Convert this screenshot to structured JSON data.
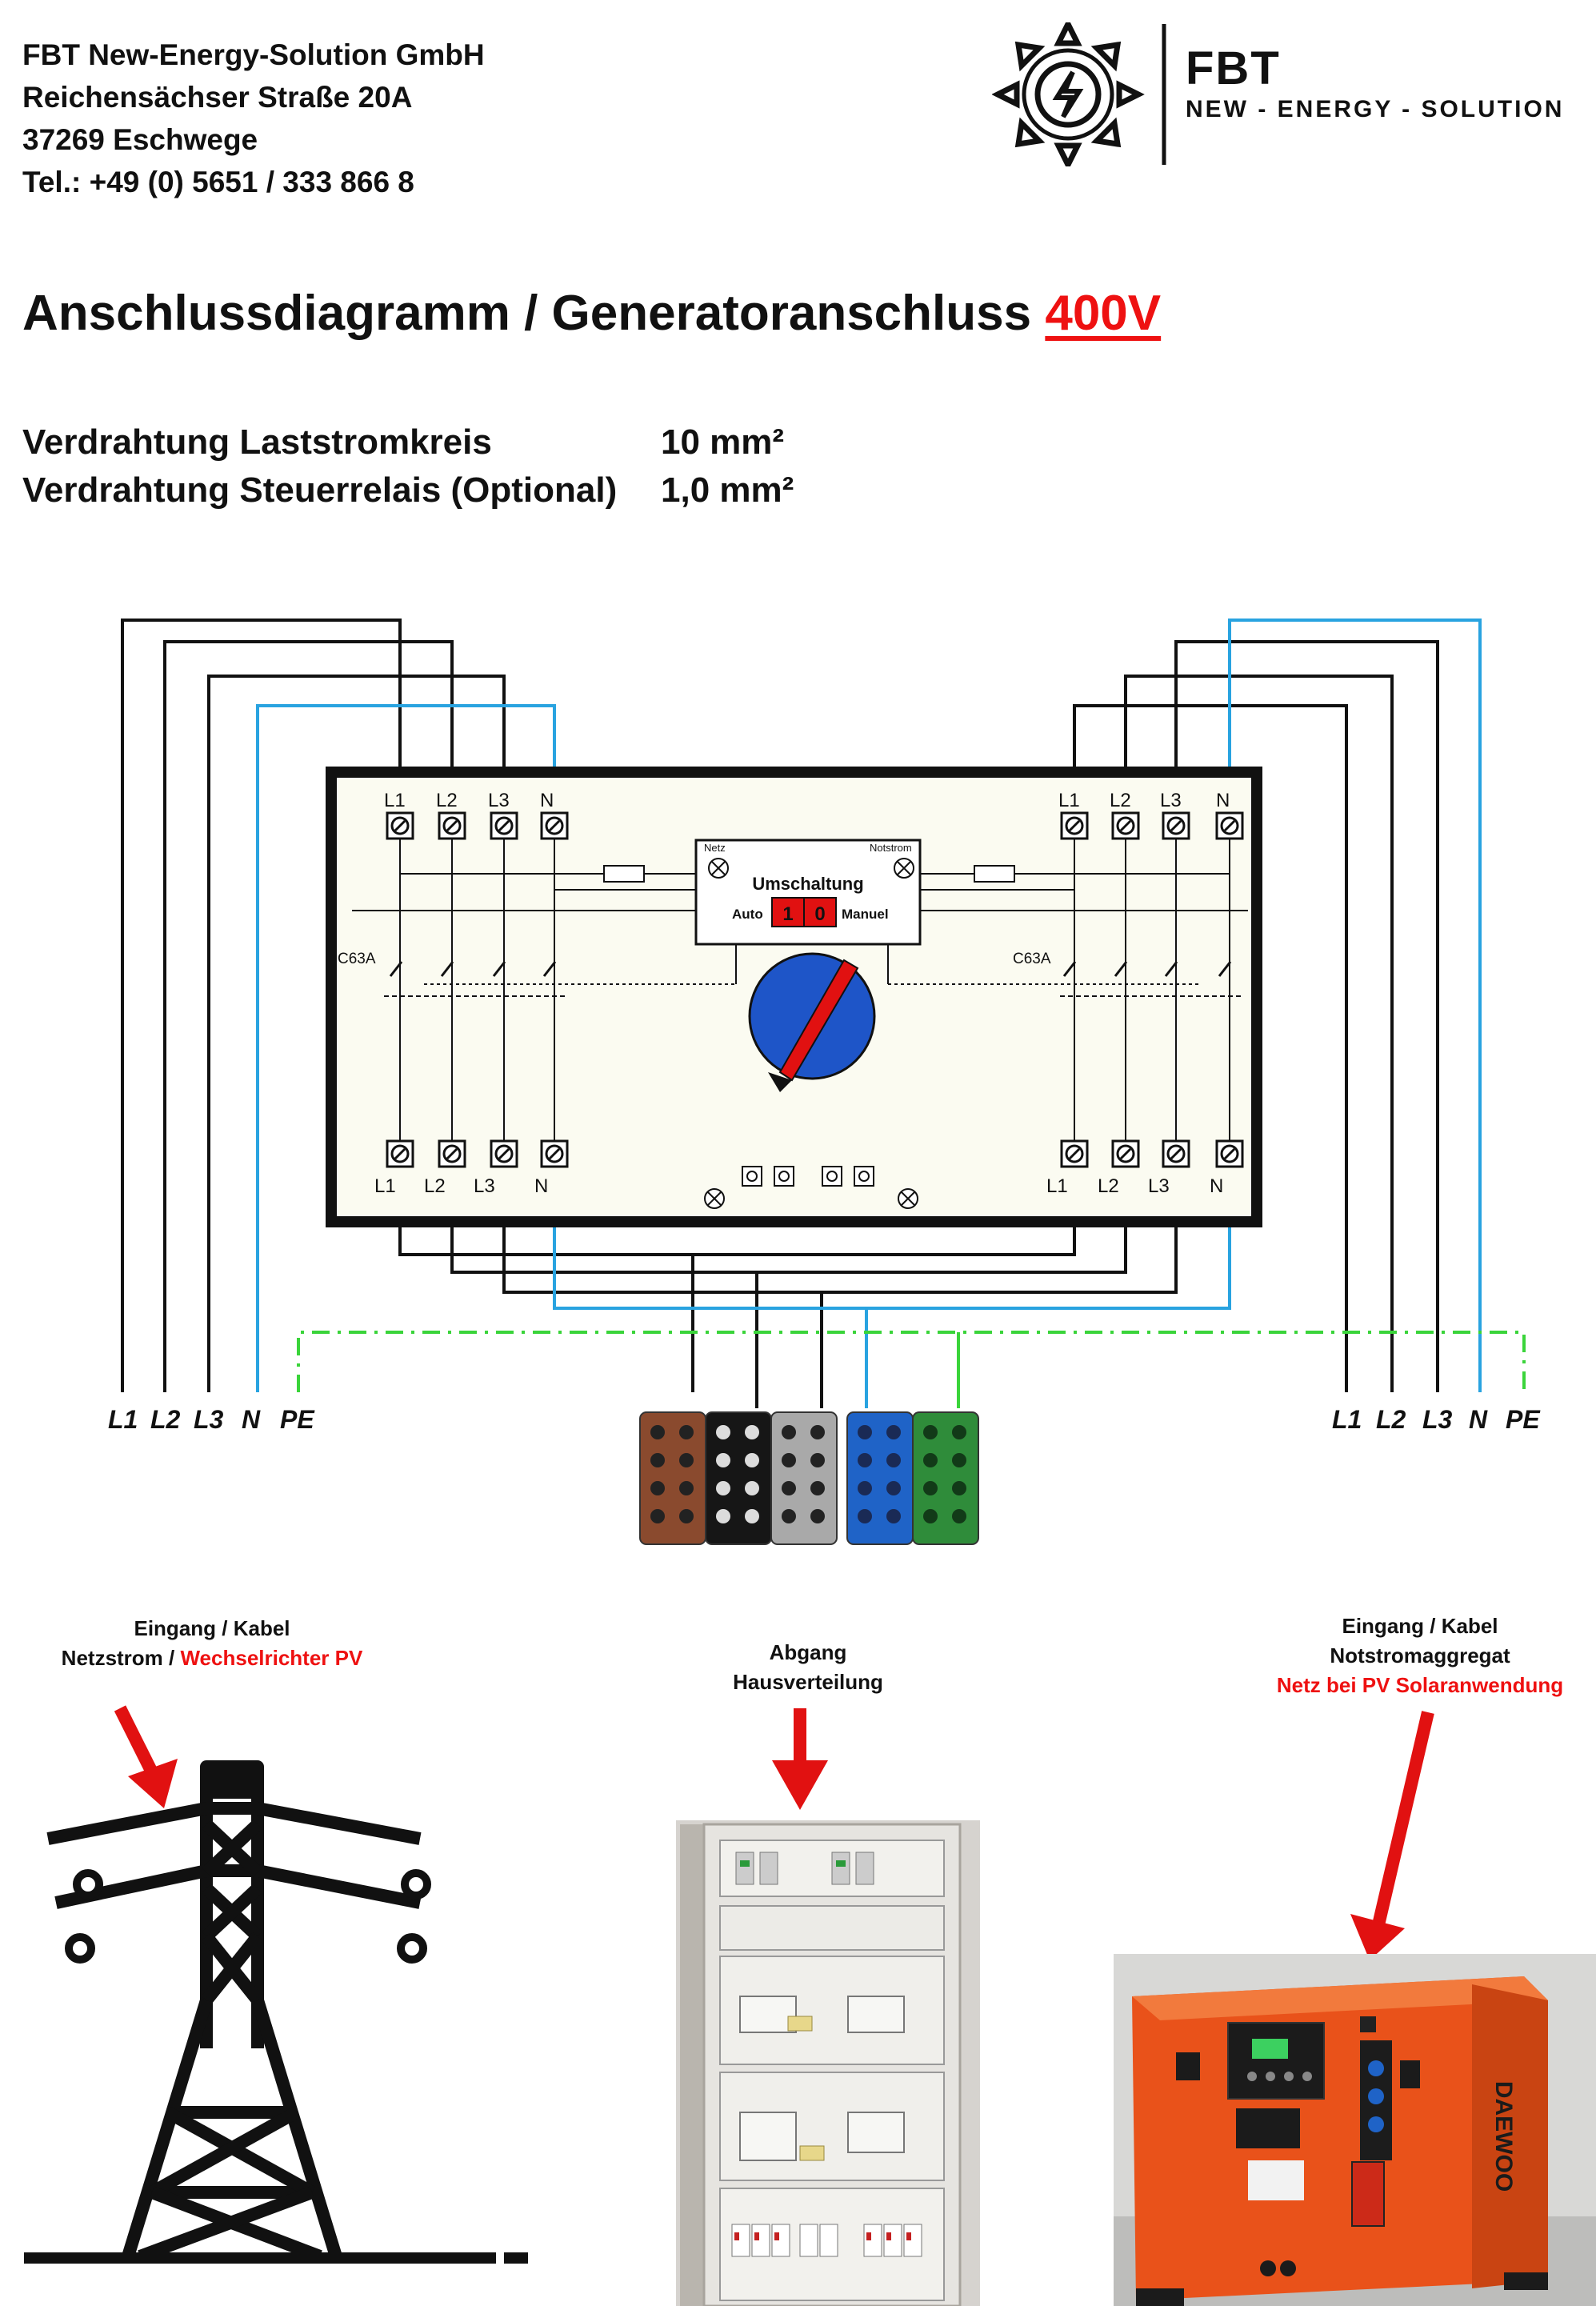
{
  "company": {
    "name": "FBT New-Energy-Solution GmbH",
    "street": "Reichensächser Straße 20A",
    "city": "37269 Eschwege",
    "phone": "Tel.: +49 (0) 5651 / 333 866 8"
  },
  "brand": {
    "name": "FBT",
    "subtitle": "NEW - ENERGY - SOLUTION",
    "icon": "sun-lightning-icon"
  },
  "title": {
    "text": "Anschlussdiagramm / Generatoranschluss",
    "voltage": "400V",
    "voltage_color": "#e11111"
  },
  "specs": [
    {
      "label": "Verdrahtung Laststromkreis",
      "value": "10 mm²"
    },
    {
      "label": "Verdrahtung Steuerrelais (Optional)",
      "value": "1,0 mm²"
    }
  ],
  "switch": {
    "terminals_top": [
      "L1",
      "L2",
      "L3",
      "N"
    ],
    "terminals_bottom": [
      "L1",
      "L2",
      "L3",
      "N"
    ],
    "breaker_label": "C63A",
    "lamp_left": "Netz",
    "lamp_right": "Notstrom",
    "mode_title": "Umschaltung",
    "mode_auto": "Auto",
    "mode_1": "1",
    "mode_0": "0",
    "mode_manual": "Manuel"
  },
  "left_cable_labels": [
    "L1",
    "L2",
    "L3",
    "N",
    "PE"
  ],
  "right_cable_labels": [
    "L1",
    "L2",
    "L3",
    "N",
    "PE"
  ],
  "terminal_block_colors": [
    "#8a4a2e",
    "#161616",
    "#a9a9a9",
    "#1f63c7",
    "#2f8c3a"
  ],
  "wire_colors": {
    "phase": "#111111",
    "neutral": "#29a3e0",
    "pe": "#3ad43a"
  },
  "captions": {
    "grid": {
      "line1": "Eingang / Kabel",
      "line2a": "Netzstrom / ",
      "line2b": "Wechselrichter PV"
    },
    "house": {
      "line1": "Abgang",
      "line2": "Hausverteilung"
    },
    "generator": {
      "line1": "Eingang / Kabel",
      "line2": "Notstromaggregat",
      "line3": "Netz bei PV Solaranwendung"
    }
  },
  "generator_photo": {
    "brand": "DAEWOO",
    "body_color": "#ee5a14"
  }
}
